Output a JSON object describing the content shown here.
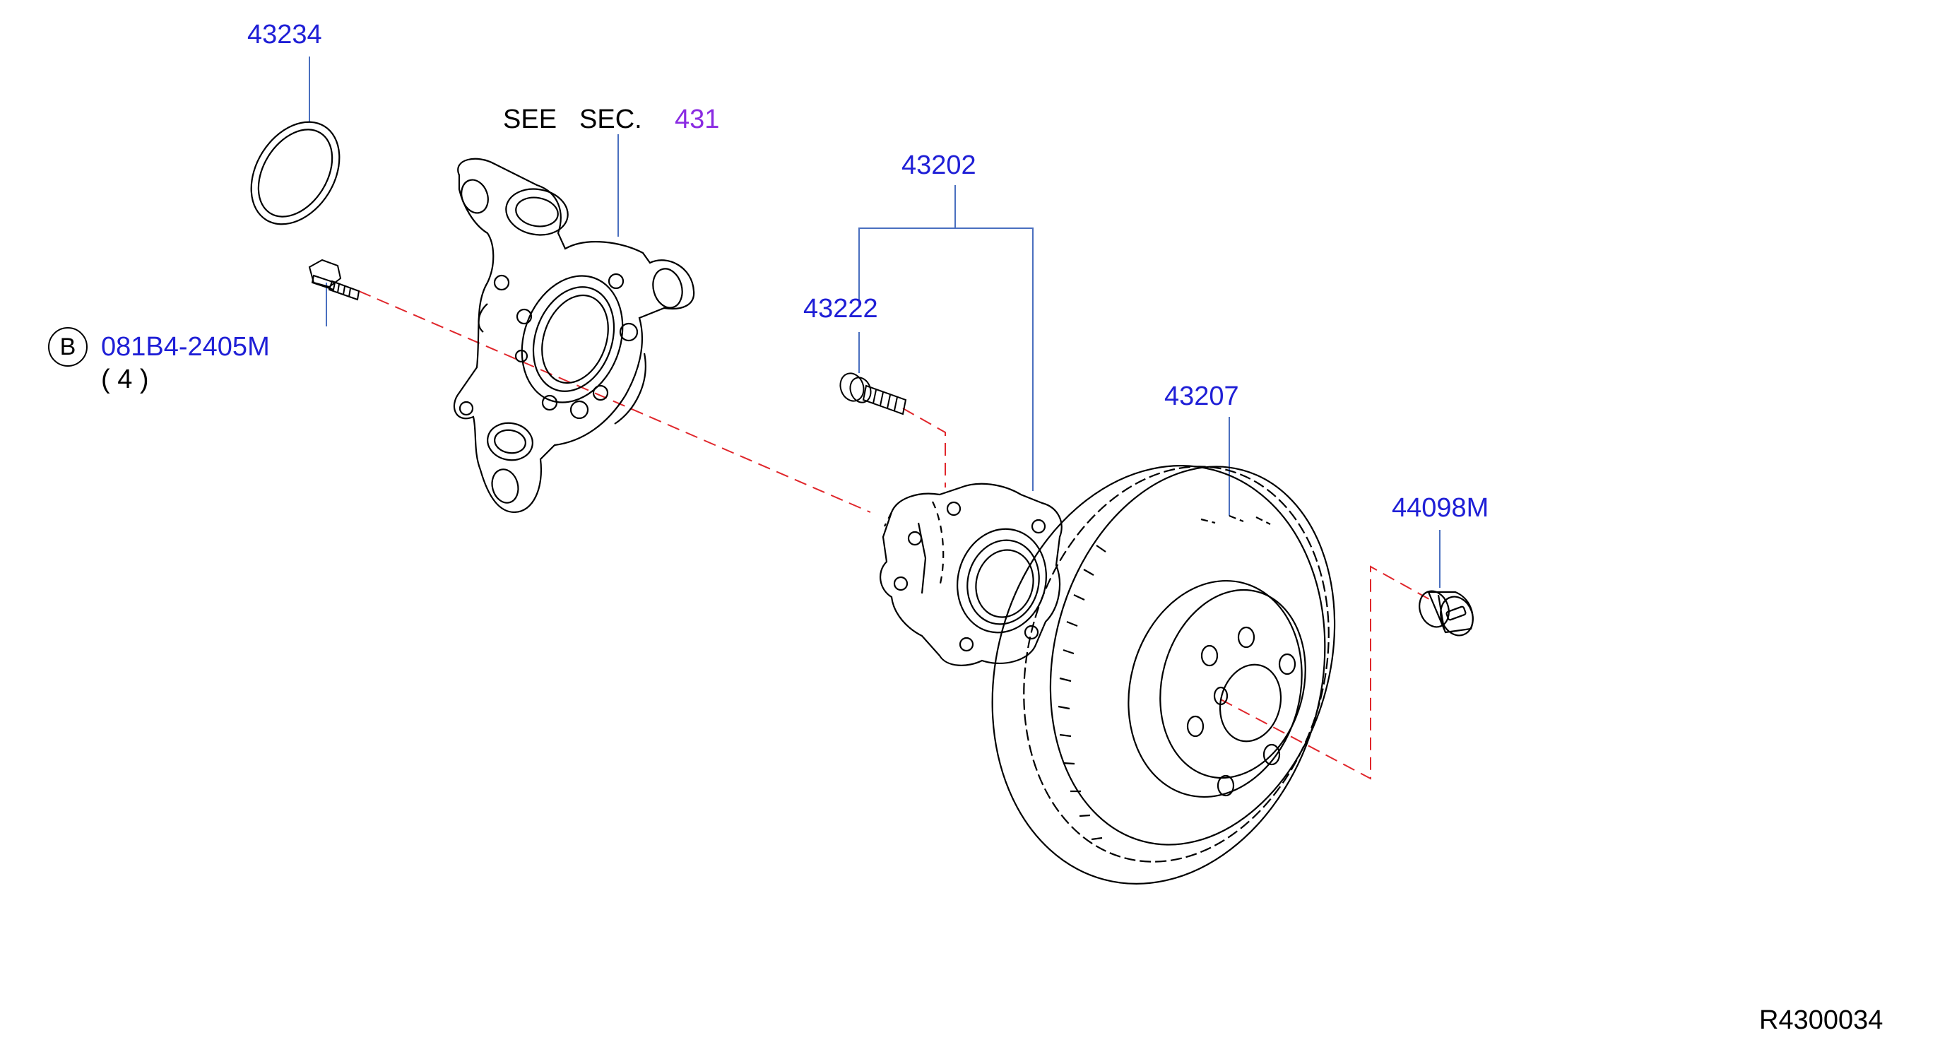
{
  "callouts": {
    "seal": "43234",
    "knuckle_see": "SEE",
    "knuckle_sec": "SEC.",
    "knuckle_ref": "431",
    "hub_assembly": "43202",
    "hub_bolt": "43222",
    "rotor": "43207",
    "plug": "44098M",
    "bolt_symbol": "B",
    "bolt_part": "081B4-2405M",
    "bolt_qty": "( 4 )",
    "diagram_id": "R4300034"
  },
  "colors": {
    "part_number": "#1f1fd6",
    "section_ref": "#8a2be2",
    "leader_line": "#4a6fbf",
    "centerline": "#e0262b",
    "part_outline": "#000000"
  }
}
